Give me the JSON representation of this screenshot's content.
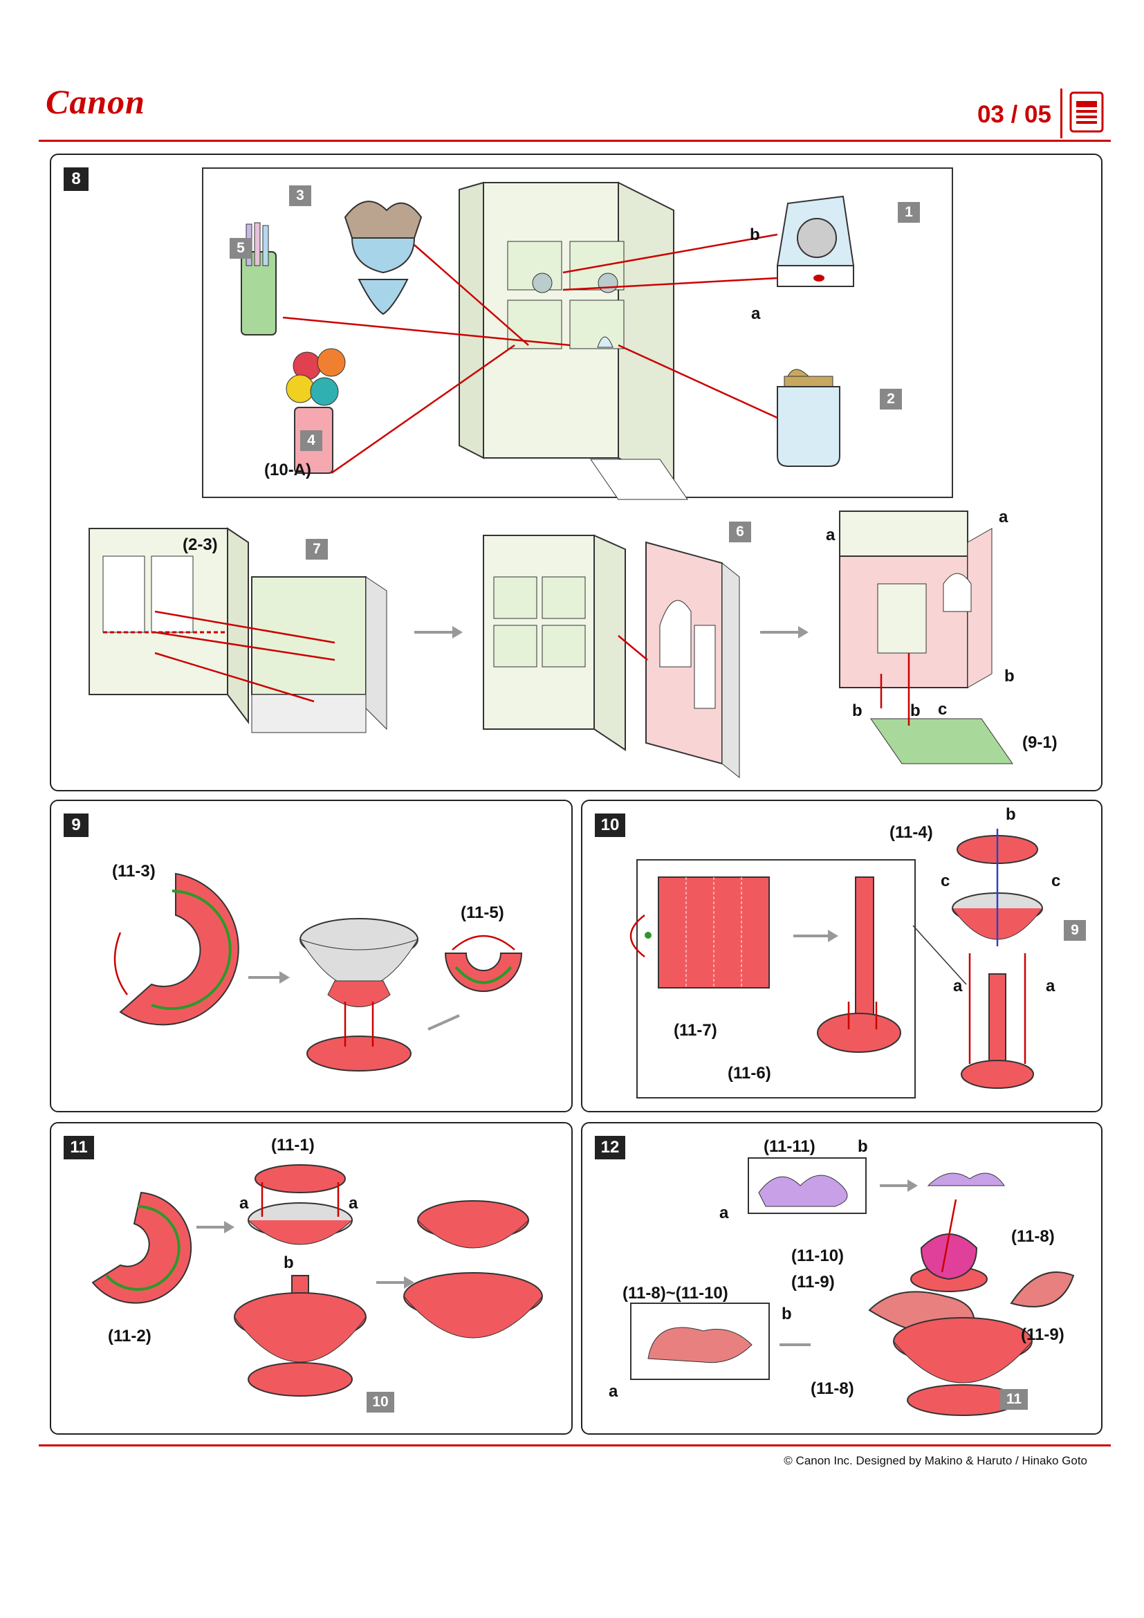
{
  "header": {
    "brand": "Canon",
    "page_number": "03 / 05",
    "icon": "document-icon"
  },
  "footer": {
    "copyright": "© Canon Inc. Designed by Makino & Haruto / Hinako Goto"
  },
  "steps": {
    "s8": {
      "number": "8",
      "detail_parts": [
        "3",
        "5",
        "4",
        "1",
        "2"
      ],
      "detail_labels": {
        "ten_a": "(10-A)",
        "a": "a",
        "b": "b"
      },
      "labels": {
        "two_three": "(2-3)",
        "seven": "7",
        "six": "6",
        "nine_one": "(9-1)",
        "a": "a",
        "b": "b",
        "c": "c"
      }
    },
    "s9": {
      "number": "9",
      "labels": {
        "eleven_three": "(11-3)",
        "eleven_five": "(11-5)"
      }
    },
    "s10": {
      "number": "10",
      "labels": {
        "eleven_seven": "(11-7)",
        "eleven_six": "(11-6)",
        "eleven_four": "(11-4)",
        "nine": "9",
        "a": "a",
        "b": "b",
        "c": "c"
      }
    },
    "s11": {
      "number": "11",
      "labels": {
        "eleven_one": "(11-1)",
        "eleven_two": "(11-2)",
        "ten": "10",
        "a": "a",
        "b": "b"
      }
    },
    "s12": {
      "number": "12",
      "labels": {
        "eleven_eleven": "(11-11)",
        "eleven_ten": "(11-10)",
        "eleven_nine": "(11-9)",
        "eleven_eight": "(11-8)",
        "range": "(11-8)~(11-10)",
        "eleven": "11",
        "a": "a",
        "b": "b"
      }
    }
  },
  "colors": {
    "brand_red": "#cc0000",
    "paper_red": "#f05a5f",
    "arrow_green": "#2a9a2a",
    "shelf_green": "#e6f2d8",
    "pink_wall": "#f8d4d4"
  }
}
